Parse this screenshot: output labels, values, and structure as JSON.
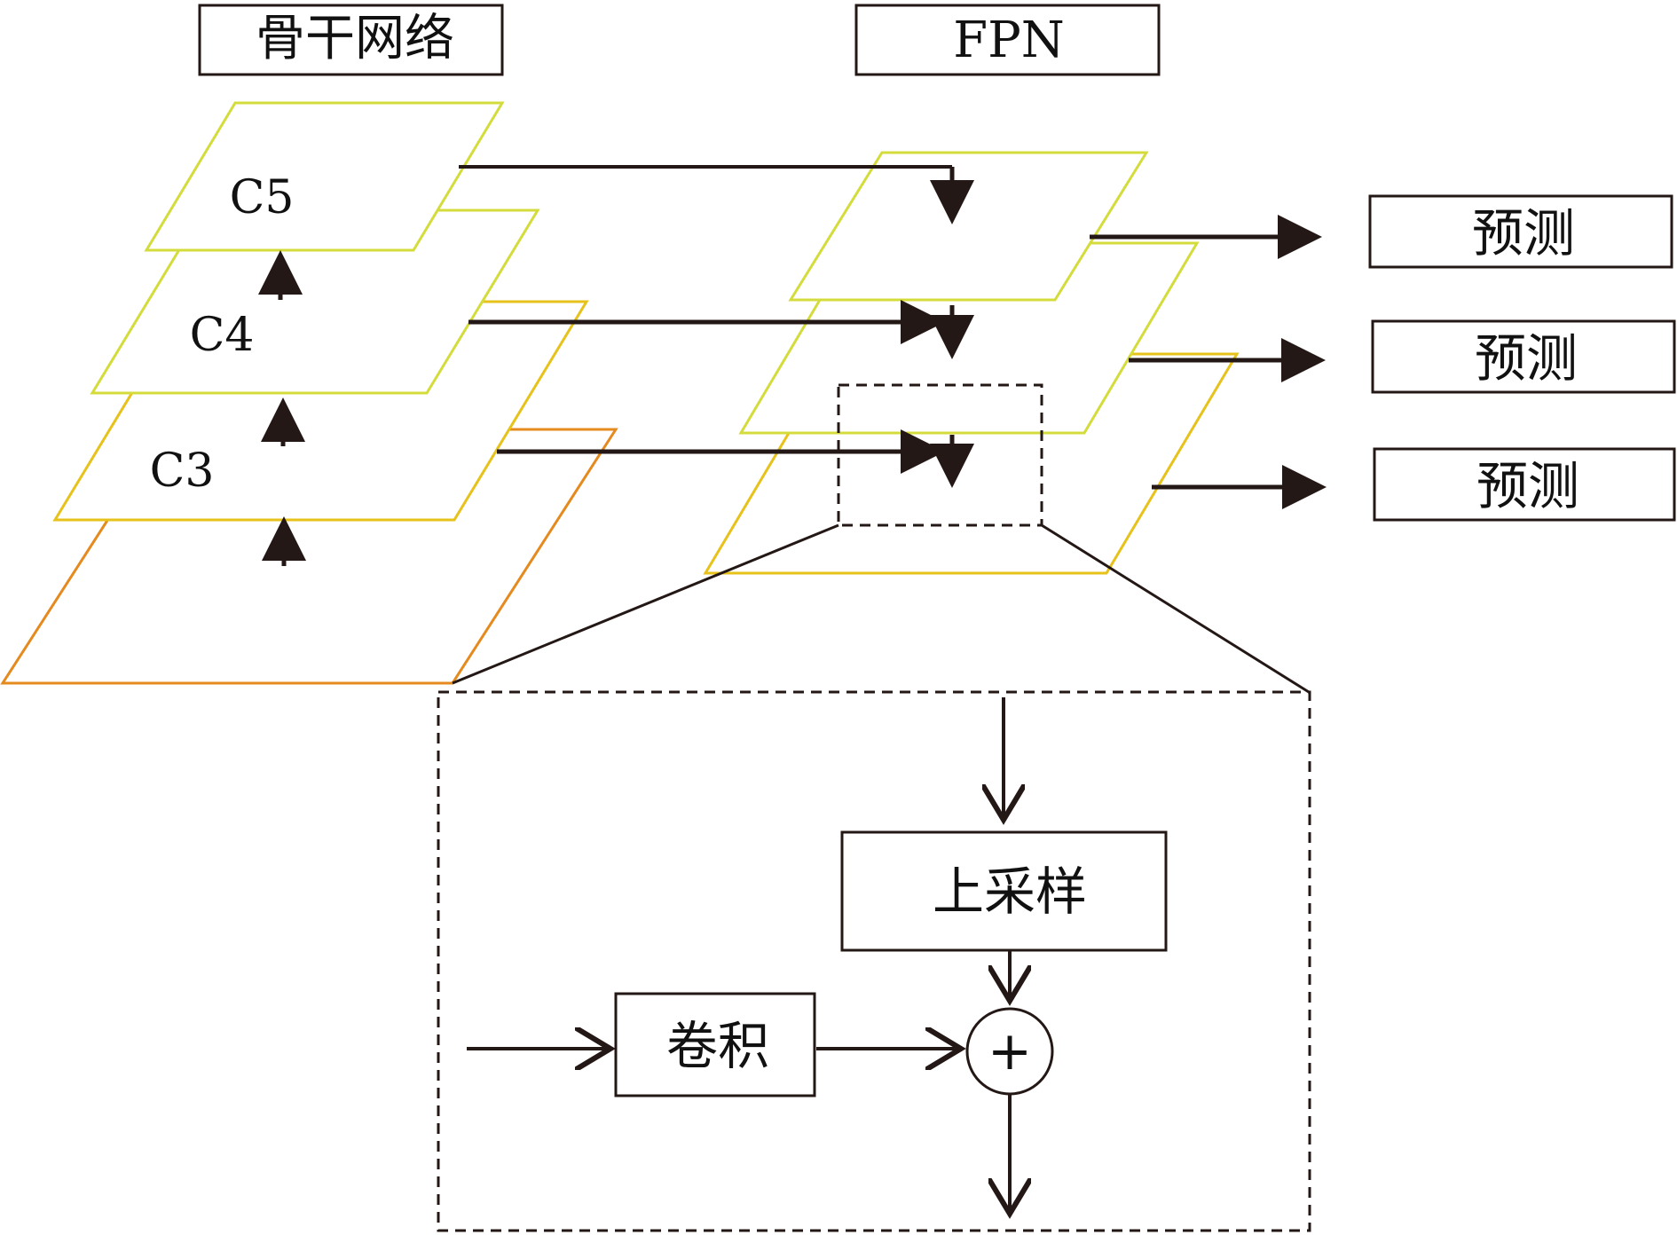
{
  "backbone": {
    "title": "骨干网络",
    "levels": [
      "C5",
      "C4",
      "C3"
    ]
  },
  "fpn": {
    "title": "FPN"
  },
  "outputs": [
    "预测",
    "预测",
    "预测"
  ],
  "detail": {
    "upsample_label": "上采样",
    "conv_label": "卷积",
    "add_symbol": "+"
  },
  "colors": {
    "stroke": "#231815",
    "layer_top": "#d4dc3c",
    "layer_mid": "#e6c21a",
    "layer_bottom": "#e58a1e"
  }
}
